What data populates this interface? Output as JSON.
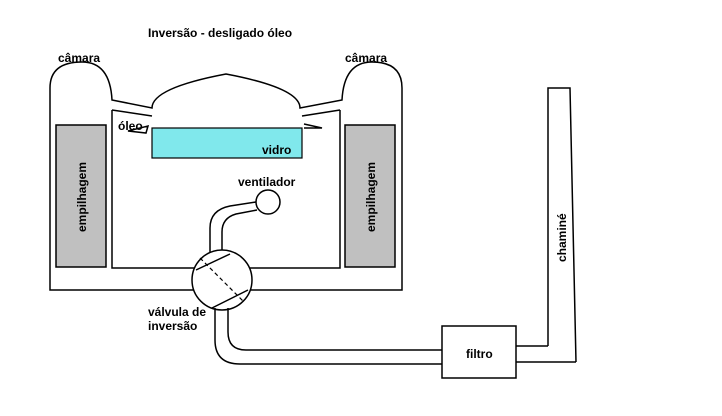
{
  "diagram": {
    "title": "Inversão  -  desligado óleo",
    "labels": {
      "chamber_left": "câmara",
      "chamber_right": "câmara",
      "oil": "óleo",
      "glass": "vidro",
      "fan": "ventilador",
      "stacking_left": "empilhagem",
      "stacking_right": "empilhagem",
      "valve_line1": "válvula de",
      "valve_line2": "inversão",
      "filter": "filtro",
      "chimney": "chaminé"
    },
    "colors": {
      "glass": "#80e8ec",
      "stacking": "#c0c0c0",
      "line": "#000000"
    }
  }
}
